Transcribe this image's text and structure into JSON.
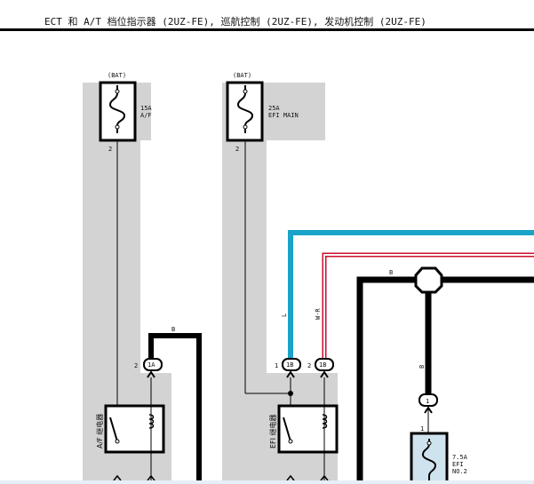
{
  "header": {
    "title": "ECT 和 A/T 档位指示器 (2UZ-FE), 巡航控制 (2UZ-FE), 发动机控制 (2UZ-FE)"
  },
  "fuses": [
    {
      "source": "(BAT)",
      "amp": "15A",
      "name": "A/F",
      "pin": "2"
    },
    {
      "source": "(BAT)",
      "amp": "25A",
      "name": "EFI MAIN",
      "pin": "2"
    },
    {
      "amp": "7.5A",
      "name": "EFI",
      "name2": "NO.2",
      "pin": "1"
    }
  ],
  "relays": [
    {
      "name": "A/F 继电器"
    },
    {
      "name": "EFI 继电器"
    }
  ],
  "connectors": [
    {
      "id": "1A",
      "pin": "2"
    },
    {
      "id": "1B",
      "pin": "1"
    },
    {
      "id": "1B",
      "pin": "2"
    },
    {
      "id": "1",
      "pin": ""
    }
  ],
  "wire_colors": {
    "b_relay": "B",
    "blue": "L",
    "white_red": "W-R",
    "b_top": "B",
    "b_vertical": "B"
  },
  "colors": {
    "blue_wire": "#1aa3c8",
    "red_wire": "#c8102e",
    "gray_zone": "#d3d3d3",
    "light_box": "#cfe3ee"
  }
}
